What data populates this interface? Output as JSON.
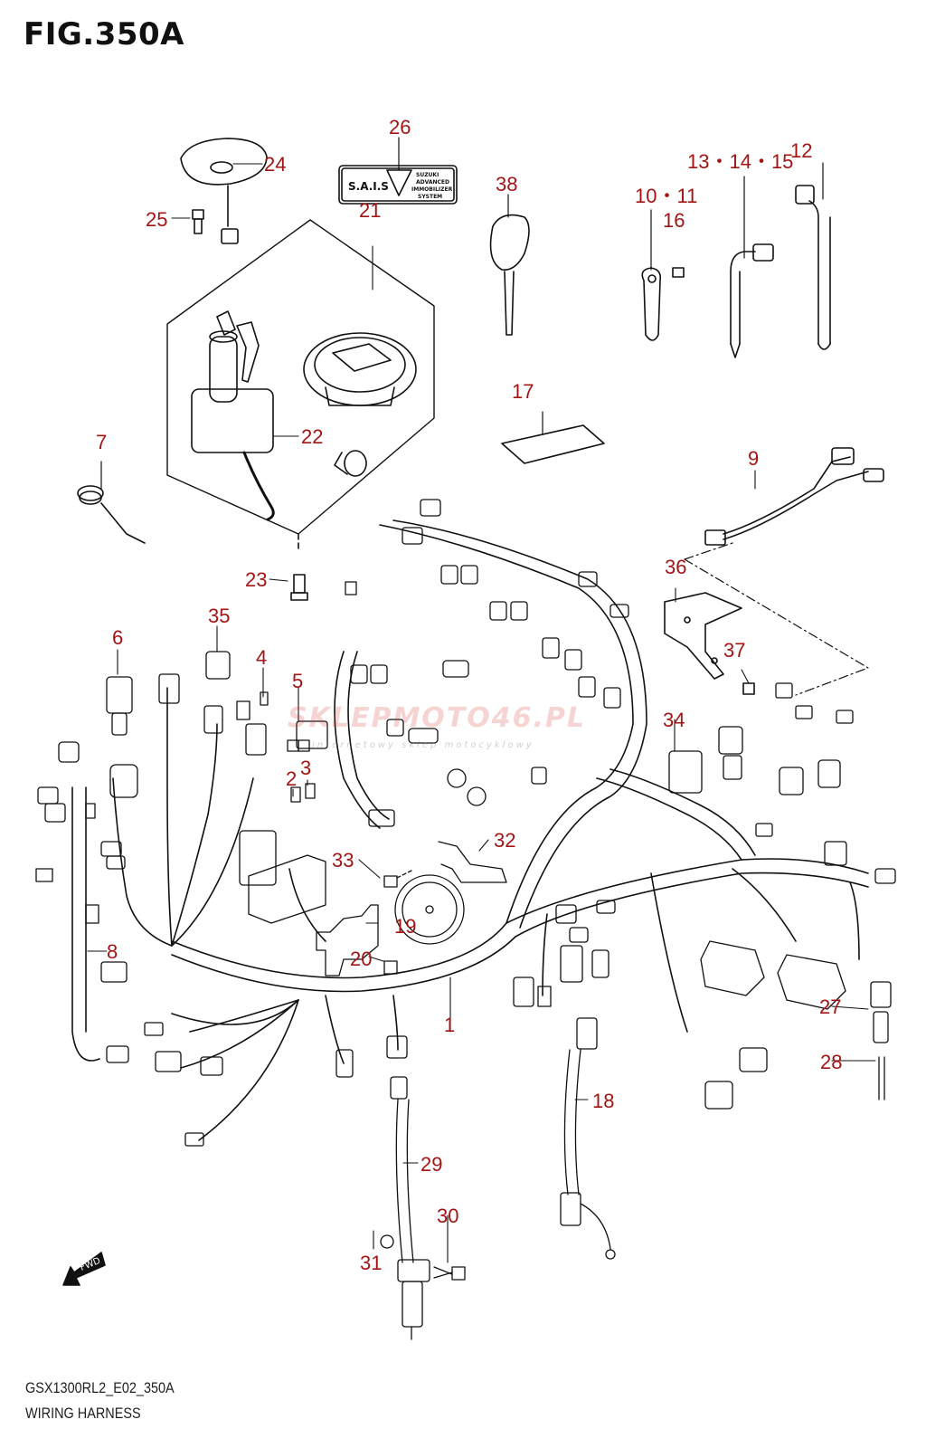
{
  "figure": {
    "title": "FIG.350A",
    "model_code": "GSX1300RL2_E02_350A",
    "section_name": "WIRING HARNESS",
    "label_color": "#a31515"
  },
  "sais_label": {
    "logo_text": "S.A.I.S",
    "lines": [
      "SUZUKI",
      "ADVANCED",
      "IMMOBILIZER",
      "SYSTEM"
    ]
  },
  "watermark": {
    "text": "SKLEPMOTO46.PL",
    "subtext": "internetowy sklep motocyklowy"
  },
  "fwd_arrow": {
    "text": "FWD"
  },
  "callouts": [
    {
      "id": "c1",
      "label": "1"
    },
    {
      "id": "c2",
      "label": "2"
    },
    {
      "id": "c3",
      "label": "3"
    },
    {
      "id": "c4",
      "label": "4"
    },
    {
      "id": "c5",
      "label": "5"
    },
    {
      "id": "c6",
      "label": "6"
    },
    {
      "id": "c7",
      "label": "7"
    },
    {
      "id": "c8",
      "label": "8"
    },
    {
      "id": "c9",
      "label": "9"
    },
    {
      "id": "c10-11",
      "label": "10・11"
    },
    {
      "id": "c12",
      "label": "12"
    },
    {
      "id": "c13-15",
      "label": "13・14・15"
    },
    {
      "id": "c16",
      "label": "16"
    },
    {
      "id": "c17",
      "label": "17"
    },
    {
      "id": "c18",
      "label": "18"
    },
    {
      "id": "c19",
      "label": "19"
    },
    {
      "id": "c20",
      "label": "20"
    },
    {
      "id": "c21",
      "label": "21"
    },
    {
      "id": "c22",
      "label": "22"
    },
    {
      "id": "c23",
      "label": "23"
    },
    {
      "id": "c24",
      "label": "24"
    },
    {
      "id": "c25",
      "label": "25"
    },
    {
      "id": "c26",
      "label": "26"
    },
    {
      "id": "c27",
      "label": "27"
    },
    {
      "id": "c28",
      "label": "28"
    },
    {
      "id": "c29",
      "label": "29"
    },
    {
      "id": "c30",
      "label": "30"
    },
    {
      "id": "c31",
      "label": "31"
    },
    {
      "id": "c32",
      "label": "32"
    },
    {
      "id": "c33",
      "label": "33"
    },
    {
      "id": "c34",
      "label": "34"
    },
    {
      "id": "c35",
      "label": "35"
    },
    {
      "id": "c36",
      "label": "36"
    },
    {
      "id": "c37",
      "label": "37"
    },
    {
      "id": "c38",
      "label": "38"
    }
  ]
}
